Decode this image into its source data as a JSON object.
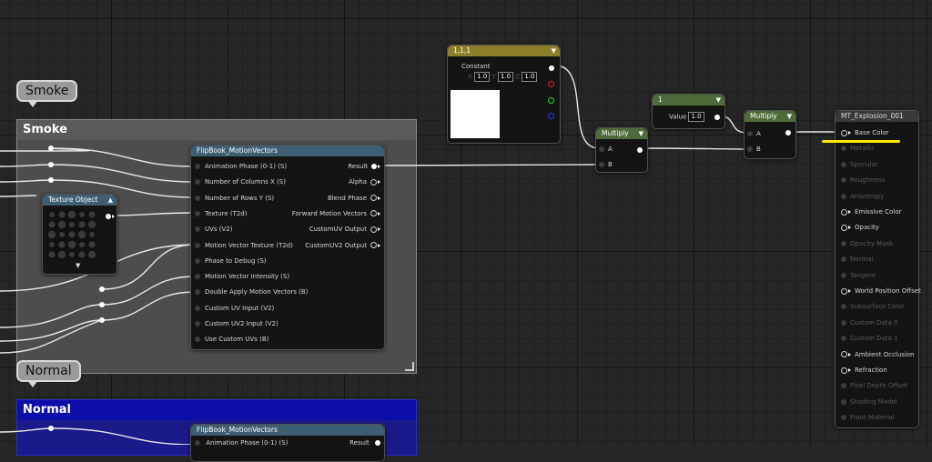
{
  "comments": {
    "smoke": {
      "bubble": "Smoke",
      "title": "Smoke"
    },
    "normal": {
      "bubble": "Normal",
      "title": "Normal"
    }
  },
  "colors": {
    "smoke_box": "#4d4d4d",
    "normal_box": "#0d0da8",
    "flipbook_header": "#3d5e73",
    "texobj_header": "#3d5e73",
    "constant3_header": "#8d7f2a",
    "multiply_header": "#4e6b39",
    "constant_header": "#4e6b39",
    "material_header": "#393939",
    "highlight": "#ffea00"
  },
  "flipbook": {
    "title": "FlipBook_MotionVectors",
    "inputs": [
      "Animation Phase (0-1) (S)",
      "Number of Columns X (S)",
      "Number of Rows Y (S)",
      "Texture (T2d)",
      "UVs (V2)",
      "Motion Vector Texture (T2d)",
      "Phase to Debug (S)",
      "Motion Vector Intensity (S)",
      "Double Apply Motion Vectors (B)",
      "Custom UV Input (V2)",
      "Custom UV2 Input (V2)",
      "Use Custom UVs (B)"
    ],
    "outputs": [
      "Result",
      "Alpha",
      "Blend Phase",
      "Forward Motion Vectors",
      "CustomUV Output",
      "CustomUV2 Output"
    ]
  },
  "flipbook2": {
    "title": "FlipBook_MotionVectors",
    "first_input": "Animation Phase (0-1) (S)",
    "first_output": "Result"
  },
  "texture_object": {
    "title": "Texture Object"
  },
  "constant3": {
    "title": "1,1,1",
    "label": "Constant",
    "x_label": "X",
    "x_value": "1.0",
    "y_label": "Y",
    "y_value": "1.0",
    "z_label": "Z",
    "z_value": "1.0"
  },
  "multiply1": {
    "title": "Multiply",
    "a": "A",
    "b": "B"
  },
  "constant1": {
    "title": "1",
    "label": "Value",
    "value": "1.0"
  },
  "multiply2": {
    "title": "Multiply",
    "a": "A",
    "b": "B"
  },
  "material": {
    "title": "MT_Explosion_001",
    "pins": [
      {
        "label": "Base Color",
        "active": true
      },
      {
        "label": "Metallic",
        "active": false
      },
      {
        "label": "Specular",
        "active": false
      },
      {
        "label": "Roughness",
        "active": false
      },
      {
        "label": "Anisotropy",
        "active": false
      },
      {
        "label": "Emissive Color",
        "active": true
      },
      {
        "label": "Opacity",
        "active": true
      },
      {
        "label": "Opacity Mask",
        "active": false
      },
      {
        "label": "Normal",
        "active": false
      },
      {
        "label": "Tangent",
        "active": false
      },
      {
        "label": "World Position Offset",
        "active": true
      },
      {
        "label": "Subsurface Color",
        "active": false
      },
      {
        "label": "Custom Data 0",
        "active": false
      },
      {
        "label": "Custom Data 1",
        "active": false
      },
      {
        "label": "Ambient Occlusion",
        "active": true
      },
      {
        "label": "Refraction",
        "active": true
      },
      {
        "label": "Pixel Depth Offset",
        "active": false
      },
      {
        "label": "Shading Model",
        "active": false
      },
      {
        "label": "Front Material",
        "active": false
      }
    ]
  }
}
